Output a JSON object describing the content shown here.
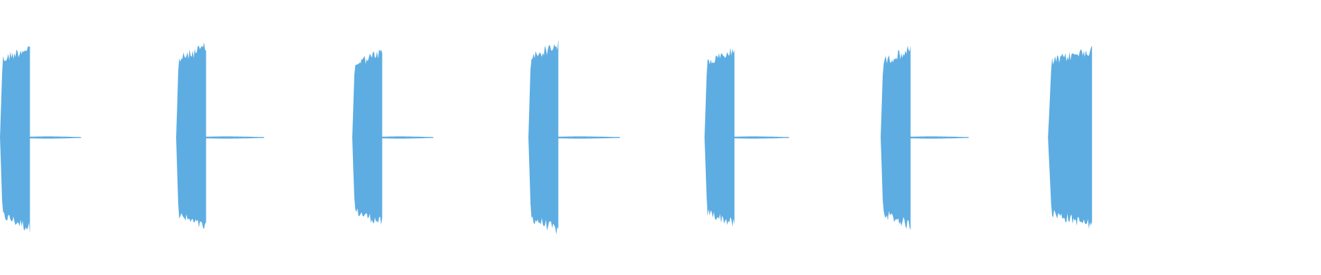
{
  "colors": {
    "background": "#ffffff",
    "waveform": "#5dade2"
  },
  "chart_data": {
    "type": "area",
    "title": "",
    "xlabel": "",
    "ylabel": "",
    "axes_visible": false,
    "grid": false,
    "legend": "none",
    "ylim": [
      -1,
      1
    ],
    "duration": 7.5,
    "series": [
      {
        "bursts": [
          {
            "start": 0.0,
            "end": 0.17,
            "amplitude": 0.7,
            "tail_end": 0.46,
            "tail_amplitude": 0.01
          },
          {
            "start": 1.0,
            "end": 1.17,
            "amplitude": 0.7,
            "tail_end": 1.5,
            "tail_amplitude": 0.01
          },
          {
            "start": 2.0,
            "end": 2.17,
            "amplitude": 0.66,
            "tail_end": 2.46,
            "tail_amplitude": 0.01
          },
          {
            "start": 3.0,
            "end": 3.17,
            "amplitude": 0.72,
            "tail_end": 3.52,
            "tail_amplitude": 0.01
          },
          {
            "start": 4.0,
            "end": 4.17,
            "amplitude": 0.67,
            "tail_end": 4.48,
            "tail_amplitude": 0.01
          },
          {
            "start": 5.0,
            "end": 5.17,
            "amplitude": 0.68,
            "tail_end": 5.5,
            "tail_amplitude": 0.01
          },
          {
            "start": 5.95,
            "end": 6.2,
            "amplitude": 0.68,
            "tail_end": 6.2,
            "tail_amplitude": 0.0
          }
        ]
      }
    ]
  }
}
